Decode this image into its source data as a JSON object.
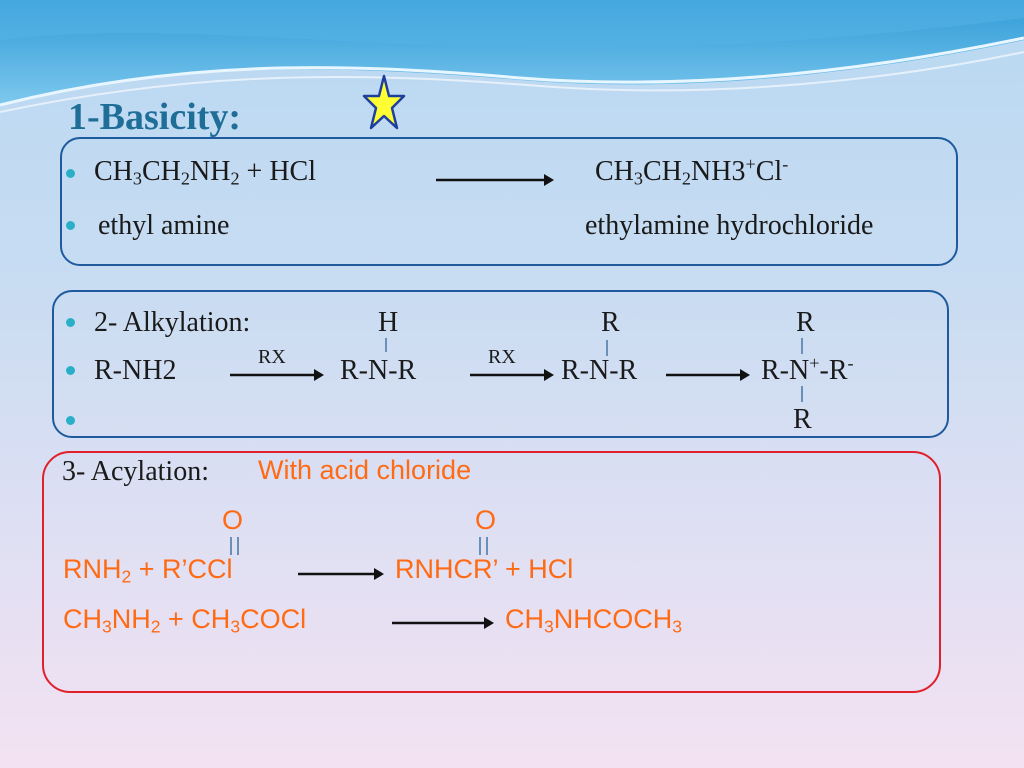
{
  "title": "1-Basicity:",
  "basicity": {
    "reactant": "CH3CH2NH2 + HCl",
    "product": "CH3CH2NH3+Cl-",
    "reactant_name": "ethyl amine",
    "product_name": "ethylamine hydrochloride"
  },
  "alkylation": {
    "label": "2- Alkylation:",
    "top_h": "H",
    "top_r1": "R",
    "top_r2": "R",
    "start": "R-NH2",
    "rx1": "RX",
    "mid1": "R-N-R",
    "rx2": "RX",
    "mid2": "R-N-R",
    "final": "R-N+-R-",
    "bottom_r": "R"
  },
  "acylation": {
    "label": "3- Acylation:",
    "subtitle": "With acid chloride",
    "o_left": "O",
    "o_right": "O",
    "eq1_left": "RNH2 + R’CCl",
    "eq1_right": "RNHCR’ + HCl",
    "eq2_left": "CH3NH2 + CH3COCl",
    "eq2_right": "CH3NHCOCH3"
  },
  "colors": {
    "title": "#1f6e98",
    "box_blue": "#1f5a9e",
    "box_red": "#e0202a",
    "acylation_text": "#ff6a14",
    "bullet": "#29b0c8",
    "star": "#ffff33"
  },
  "icons": [
    "star-icon"
  ]
}
